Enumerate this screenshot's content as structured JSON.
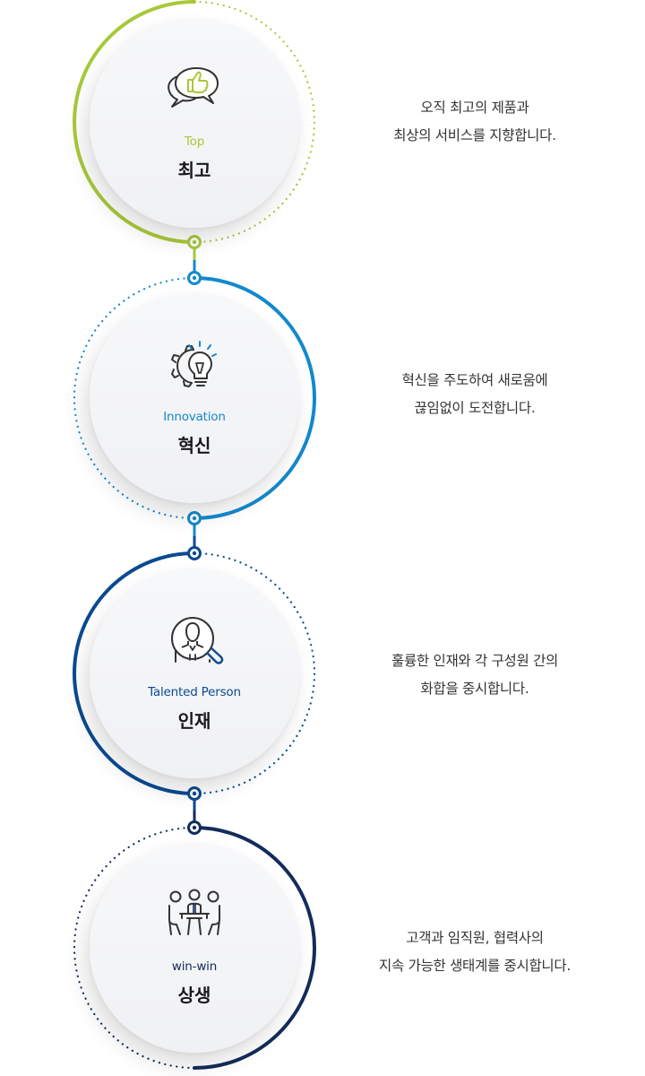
{
  "values": [
    {
      "id": "top",
      "title_en": "Top",
      "title_ko": "최고",
      "color": "#a8c83a",
      "icon": "thumbs-up-speech-icon",
      "desc_lines": [
        "오직 최고의 제품과",
        "최상의 서비스를 지향합니다."
      ]
    },
    {
      "id": "innovation",
      "title_en": "Innovation",
      "title_ko": "혁신",
      "color": "#1489cc",
      "icon": "gear-lightbulb-icon",
      "desc_lines": [
        "혁신을 주도하여 새로움에",
        "끊임없이 도전합니다."
      ]
    },
    {
      "id": "talent",
      "title_en": "Talented Person",
      "title_ko": "인재",
      "color": "#0b4a91",
      "icon": "person-magnifier-icon",
      "desc_lines": [
        "훌륭한 인재와 각 구성원 간의",
        "화합을 중시합니다."
      ]
    },
    {
      "id": "winwin",
      "title_en": "win-win",
      "title_ko": "상생",
      "color": "#132c5b",
      "icon": "meeting-people-icon",
      "desc_lines": [
        "고객과 임직원, 협력사의",
        "지속 가능한 생태계를 중시합니다."
      ]
    }
  ]
}
